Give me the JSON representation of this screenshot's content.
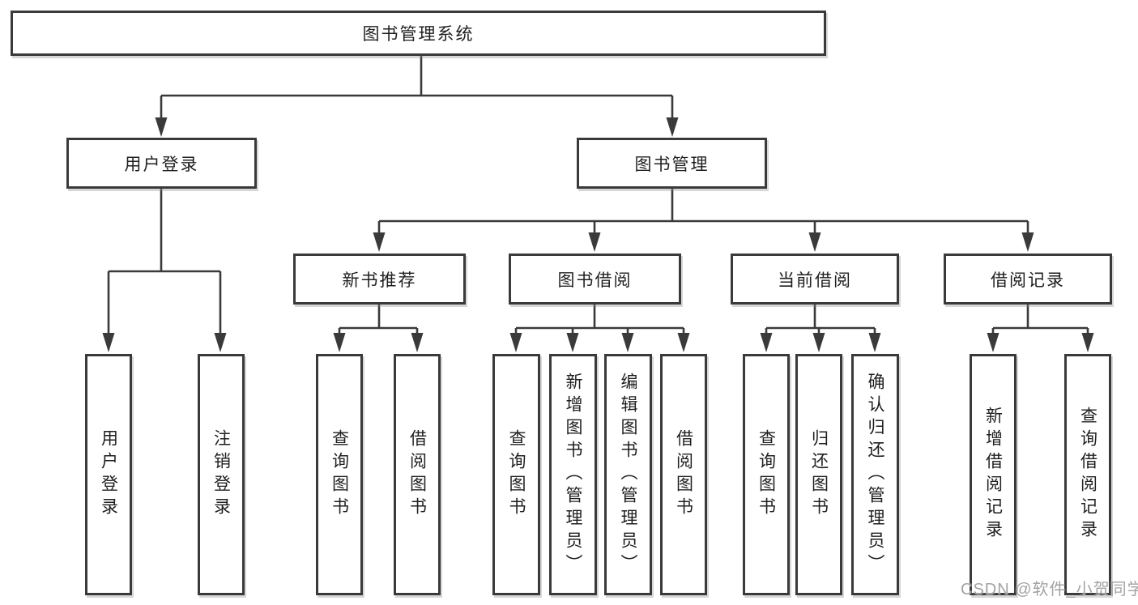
{
  "diagram": {
    "type": "hierarchy-tree",
    "root": {
      "label": "图书管理系统"
    },
    "level2": {
      "user_login": {
        "label": "用户登录"
      },
      "book_mgmt": {
        "label": "图书管理"
      }
    },
    "level3": {
      "new_books": {
        "label": "新书推荐"
      },
      "borrowing": {
        "label": "图书借阅"
      },
      "current": {
        "label": "当前借阅"
      },
      "records": {
        "label": "借阅记录"
      }
    },
    "leaves": {
      "user_login": [
        "用户登录",
        "注销登录"
      ],
      "new_books": [
        "查询图书",
        "借阅图书"
      ],
      "borrowing": [
        "查询图书",
        "新增图书（管理员）",
        "编辑图书（管理员）",
        "借阅图书"
      ],
      "current": [
        "查询图书",
        "归还图书",
        "确认归还（管理员）"
      ],
      "records": [
        "新增借阅记录",
        "查询借阅记录"
      ]
    }
  },
  "watermark": {
    "text": "CSDN @软件_小贺同学"
  },
  "colors": {
    "line": "#3a3a3a",
    "box_border": "#3a3a3a",
    "text": "#1f1f1f",
    "watermark": "#a3a3a3",
    "background": "#ffffff"
  }
}
